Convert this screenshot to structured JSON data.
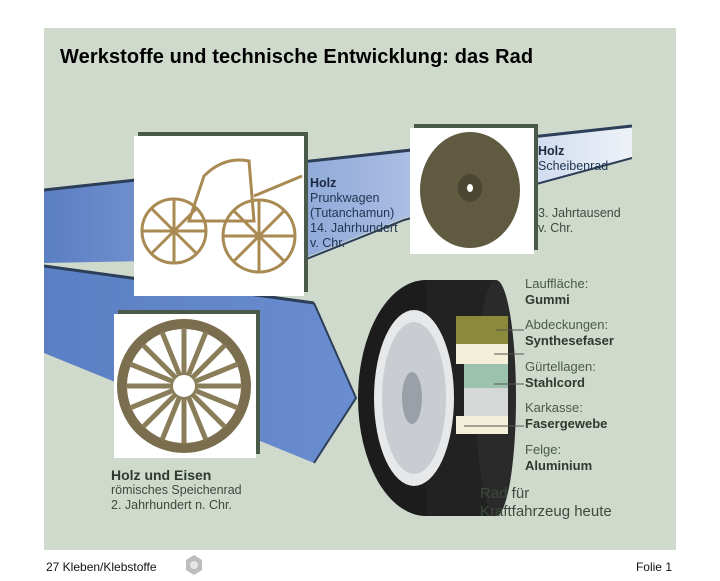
{
  "slide": {
    "title": "Werkstoffe und technische Entwicklung: das Rad",
    "items": [
      {
        "material": "Holz",
        "lines": [
          "Prunkwagen",
          "(Tutanchamun)",
          "14. Jahrhundert",
          "v. Chr."
        ]
      },
      {
        "material": "Holz",
        "lines": [
          "Scheibenrad"
        ],
        "date_lines": [
          "3. Jahrtausend",
          "v. Chr."
        ]
      },
      {
        "material": "Holz und Eisen",
        "lines": [
          "römisches Speichenrad",
          "2. Jahrhundert n. Chr."
        ]
      }
    ],
    "tire": {
      "layers": [
        {
          "label": "Lauffläche:",
          "value": "Gummi"
        },
        {
          "label": "Abdeckungen:",
          "value": "Synthesefaser"
        },
        {
          "label": "Gürtellagen:",
          "value": "Stahlcord"
        },
        {
          "label": "Karkasse:",
          "value": "Fasergewebe"
        },
        {
          "label": "Felge:",
          "value": "Aluminium"
        }
      ],
      "caption_lines": [
        "Rad für",
        "Kraftfahrzeug heute"
      ]
    }
  },
  "footer": {
    "left": "27 Kleben/Klebstoffe",
    "right": "Folie 1"
  },
  "colors": {
    "background": "#cfdacd",
    "band_blue": "#5b7fc4",
    "text_green": "#3d4a3d"
  }
}
